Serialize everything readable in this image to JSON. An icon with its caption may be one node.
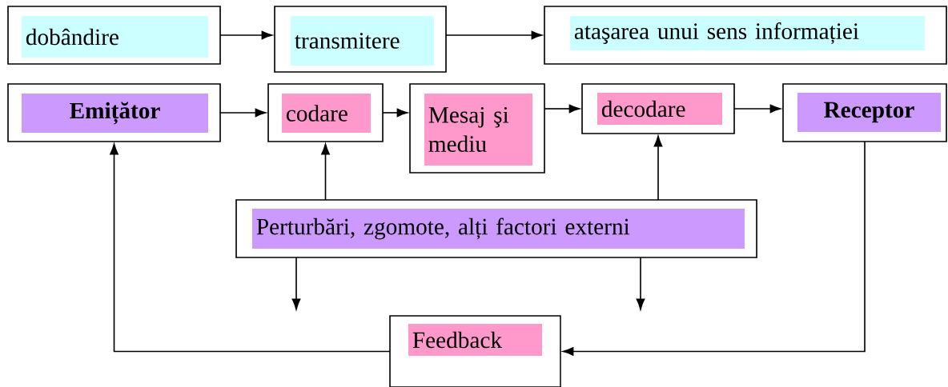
{
  "diagram": {
    "nodes": [
      {
        "text": [
          "dobândire"
        ]
      },
      {
        "text": [
          "transmitere"
        ]
      },
      {
        "text": [
          "ataşarea unui sens informației"
        ]
      },
      {
        "text": [
          "Emițător"
        ]
      },
      {
        "text": [
          "codare"
        ]
      },
      {
        "text": [
          "Mesaj şi mediu"
        ]
      },
      {
        "text": [
          "decodare"
        ]
      },
      {
        "text": [
          "Receptor"
        ]
      },
      {
        "text": [
          "Perturbări, zgomote, alți factori externi"
        ]
      },
      {
        "text": [
          "Feedback"
        ]
      }
    ],
    "edges": [
      {
        "from": 0,
        "to": 1,
        "arrow": "to"
      },
      {
        "from": 1,
        "to": 2,
        "arrow": "to"
      },
      {
        "from": 3,
        "to": 4,
        "arrow": "to"
      },
      {
        "from": 4,
        "to": 5,
        "arrow": "to"
      },
      {
        "from": 5,
        "to": 6,
        "arrow": "to"
      },
      {
        "from": 6,
        "to": 7,
        "arrow": "to"
      },
      {
        "from": 8,
        "to": 4,
        "arrow": "to"
      },
      {
        "from": 8,
        "to": 6,
        "arrow": "to"
      },
      {
        "from": 8,
        "to": null,
        "arrow": "to"
      },
      {
        "from": 8,
        "to": null,
        "arrow": "to"
      },
      {
        "from": 7,
        "to": 9,
        "arrow": "to"
      },
      {
        "from": 9,
        "to": 3,
        "arrow": "to"
      }
    ]
  }
}
